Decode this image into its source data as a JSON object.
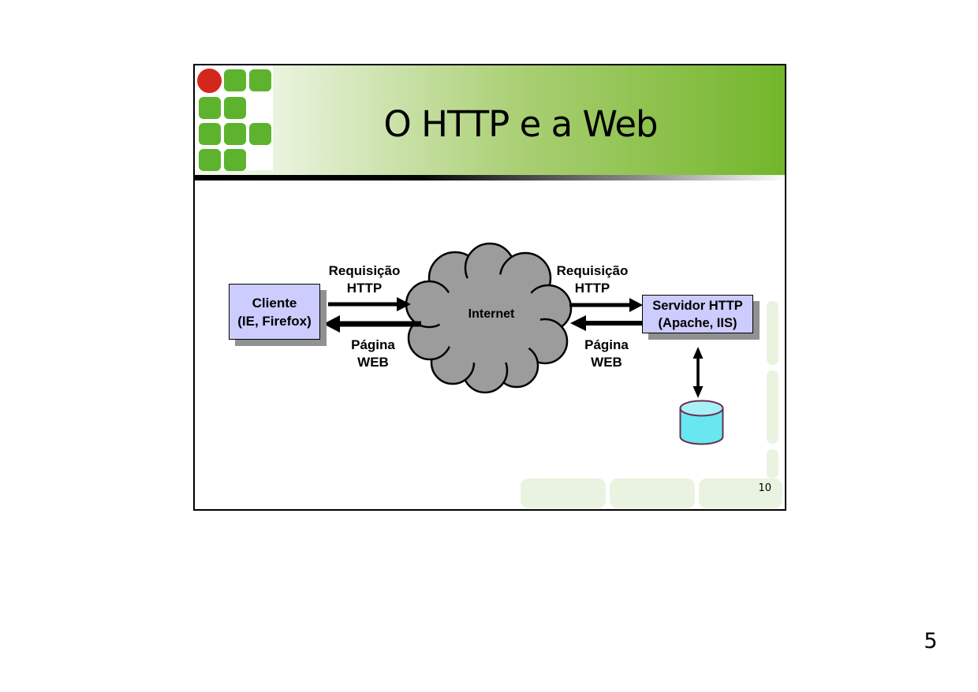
{
  "slide": {
    "title": "O HTTP e a Web",
    "slide_number": "10",
    "logo": {
      "name": "instituto-federal-logo",
      "green": "#5db32e",
      "red": "#d4271c"
    },
    "colors": {
      "header_gradient_start": "#eef6e6",
      "header_gradient_end": "#72b62a",
      "node_box_fill": "#ccccff",
      "node_box_shadow": "#919191",
      "cloud_fill": "#9c9c9c",
      "database_body": "#68e7f0",
      "database_top": "#a8f0f8",
      "database_outline": "#6b2d4f",
      "deco_fill": "#eaf3e0"
    },
    "diagram": {
      "client": {
        "line1": "Cliente",
        "line2": "(IE, Firefox)"
      },
      "server": {
        "line1": "Servidor HTTP",
        "line2": "(Apache, IIS)"
      },
      "cloud_label": "Internet",
      "left_request": {
        "line1": "Requisição",
        "line2": "HTTP"
      },
      "left_response": {
        "line1": "Página",
        "line2": "WEB"
      },
      "right_request": {
        "line1": "Requisição",
        "line2": "HTTP"
      },
      "right_response": {
        "line1": "Página",
        "line2": "WEB"
      }
    }
  },
  "page": {
    "number": "5"
  }
}
